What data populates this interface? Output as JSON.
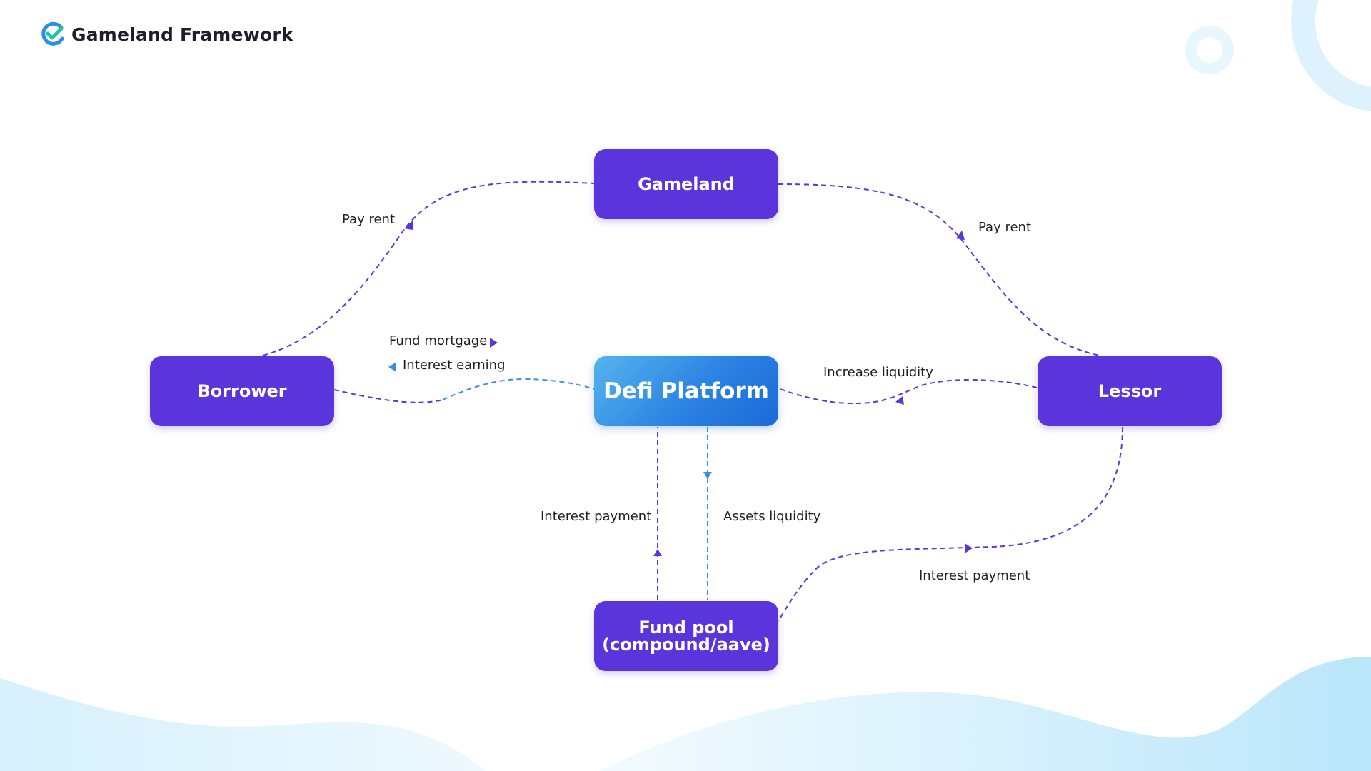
{
  "header": {
    "title": "Gameland Framework",
    "logo_icon": "gameland-check-logo-icon",
    "logo_colors": [
      "#2d8de6",
      "#21c6a0"
    ]
  },
  "colors": {
    "node_fill": "#5b35dc",
    "defi_gradient": [
      "#56b4ee",
      "#1c69d8"
    ],
    "purple_edge": "#5b35dc",
    "blue_edge": "#3b8fe0",
    "label_text": "#1e1e2a",
    "decor_light_blue": "#dff3fd"
  },
  "nodes": {
    "gameland": "Gameland",
    "borrower": "Borrower",
    "defi": "Defi Platform",
    "lessor": "Lessor",
    "fund_pool": [
      "Fund pool",
      "(compound/aave)"
    ]
  },
  "edge_labels": {
    "pay_rent_left": "Pay rent",
    "pay_rent_right": "Pay rent",
    "fund_mortgage": "Fund mortgage",
    "interest_earning": "Interest earning",
    "increase_liquidity": "Increase liquidity",
    "interest_payment_vertical": "Interest payment",
    "assets_liquidity": "Assets liquidity",
    "interest_payment_bottom": "Interest payment"
  }
}
